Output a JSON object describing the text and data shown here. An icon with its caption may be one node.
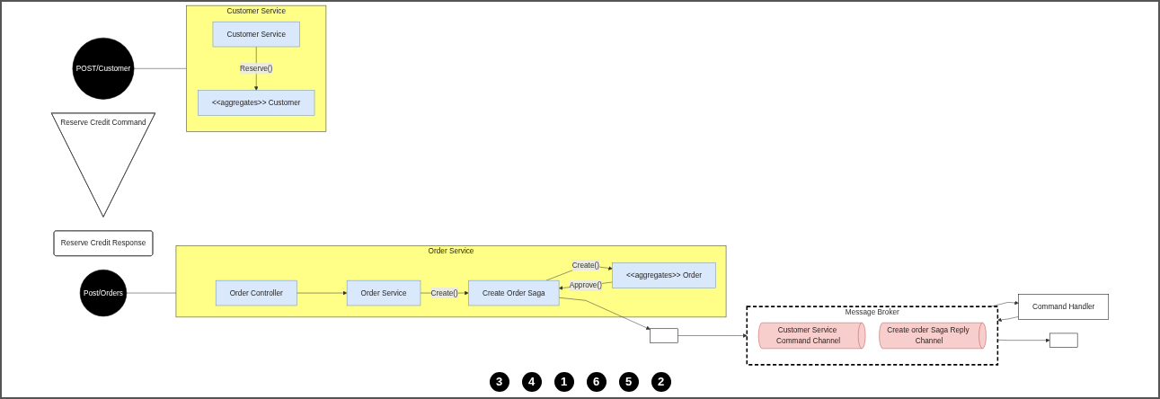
{
  "diagram": {
    "nodes": [
      {
        "text": [
          "Order Service"
        ]
      },
      {
        "text": [
          "Order Controller"
        ],
        "in": 0
      },
      {
        "text": [
          "Order Service"
        ],
        "in": 0
      },
      {
        "text": [
          "Create Order Saga"
        ],
        "in": 0
      },
      {
        "text": [
          "<<aggregates>> Order"
        ],
        "in": 0
      },
      {
        "text": [],
        "shape": "box"
      },
      {
        "text": [],
        "shape": "box"
      },
      {
        "text": [
          "Post/Orders"
        ]
      },
      {
        "text": [
          "Reserve Credit Command"
        ]
      },
      {
        "text": [
          "Message Broker"
        ]
      },
      {
        "text": [
          "Customer Service Command Channel"
        ],
        "in": 9
      },
      {
        "text": [
          "Create order Saga Reply Channel"
        ],
        "in": 9
      },
      {
        "text": [
          "Reserve Credit Response"
        ]
      },
      {
        "text": [
          "POST/Customer"
        ]
      },
      {
        "text": [
          "Command Handler"
        ]
      },
      {
        "text": [
          "Customer Service"
        ]
      },
      {
        "text": [
          "Customer Service"
        ],
        "in": 15
      },
      {
        "text": [
          "<<aggregates>> Customer"
        ],
        "in": 15
      }
    ],
    "edges": [
      {
        "from": 7,
        "to": 0,
        "arrow": "none"
      },
      {
        "from": 1,
        "to": 2,
        "arrow": "to"
      },
      {
        "from": 2,
        "to": 3,
        "arrow": "to",
        "label": "Create()"
      },
      {
        "from": 3,
        "to": 4,
        "arrow": "to",
        "label": "Create()"
      },
      {
        "from": 4,
        "to": 3,
        "arrow": "to",
        "label": "Approve()"
      },
      {
        "from": 3,
        "to": 5,
        "arrow": "to"
      },
      {
        "from": 5,
        "to": 9,
        "arrow": "to"
      },
      {
        "from": 9,
        "to": 14,
        "arrow": "to"
      },
      {
        "from": 14,
        "to": 9,
        "arrow": "to"
      },
      {
        "from": 9,
        "to": 6,
        "arrow": "to"
      },
      {
        "from": 13,
        "to": 15,
        "arrow": "none"
      },
      {
        "from": 16,
        "to": 17,
        "arrow": "to",
        "label": "Reserve()"
      }
    ],
    "labels": [
      "3",
      "4",
      "1",
      "6",
      "5",
      "2"
    ]
  }
}
